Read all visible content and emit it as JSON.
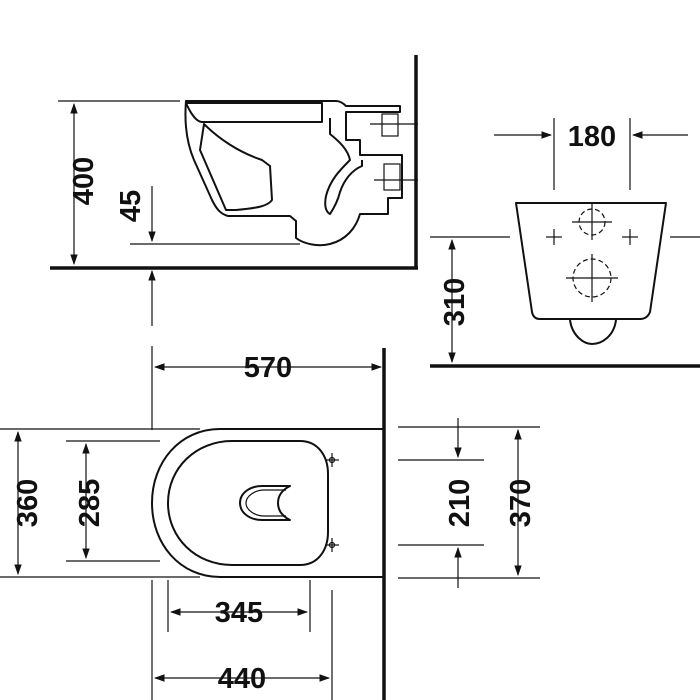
{
  "dimensions": {
    "height_total": "400",
    "height_rim": "45",
    "fixing_spacing": "180",
    "fixing_height": "310",
    "length": "570",
    "width": "360",
    "seat_width": "285",
    "inner_length": "345",
    "rear_length": "440",
    "bolt_spacing": "210",
    "outer_width": "370"
  },
  "colors": {
    "line": "#111111",
    "background": "#ffffff"
  }
}
